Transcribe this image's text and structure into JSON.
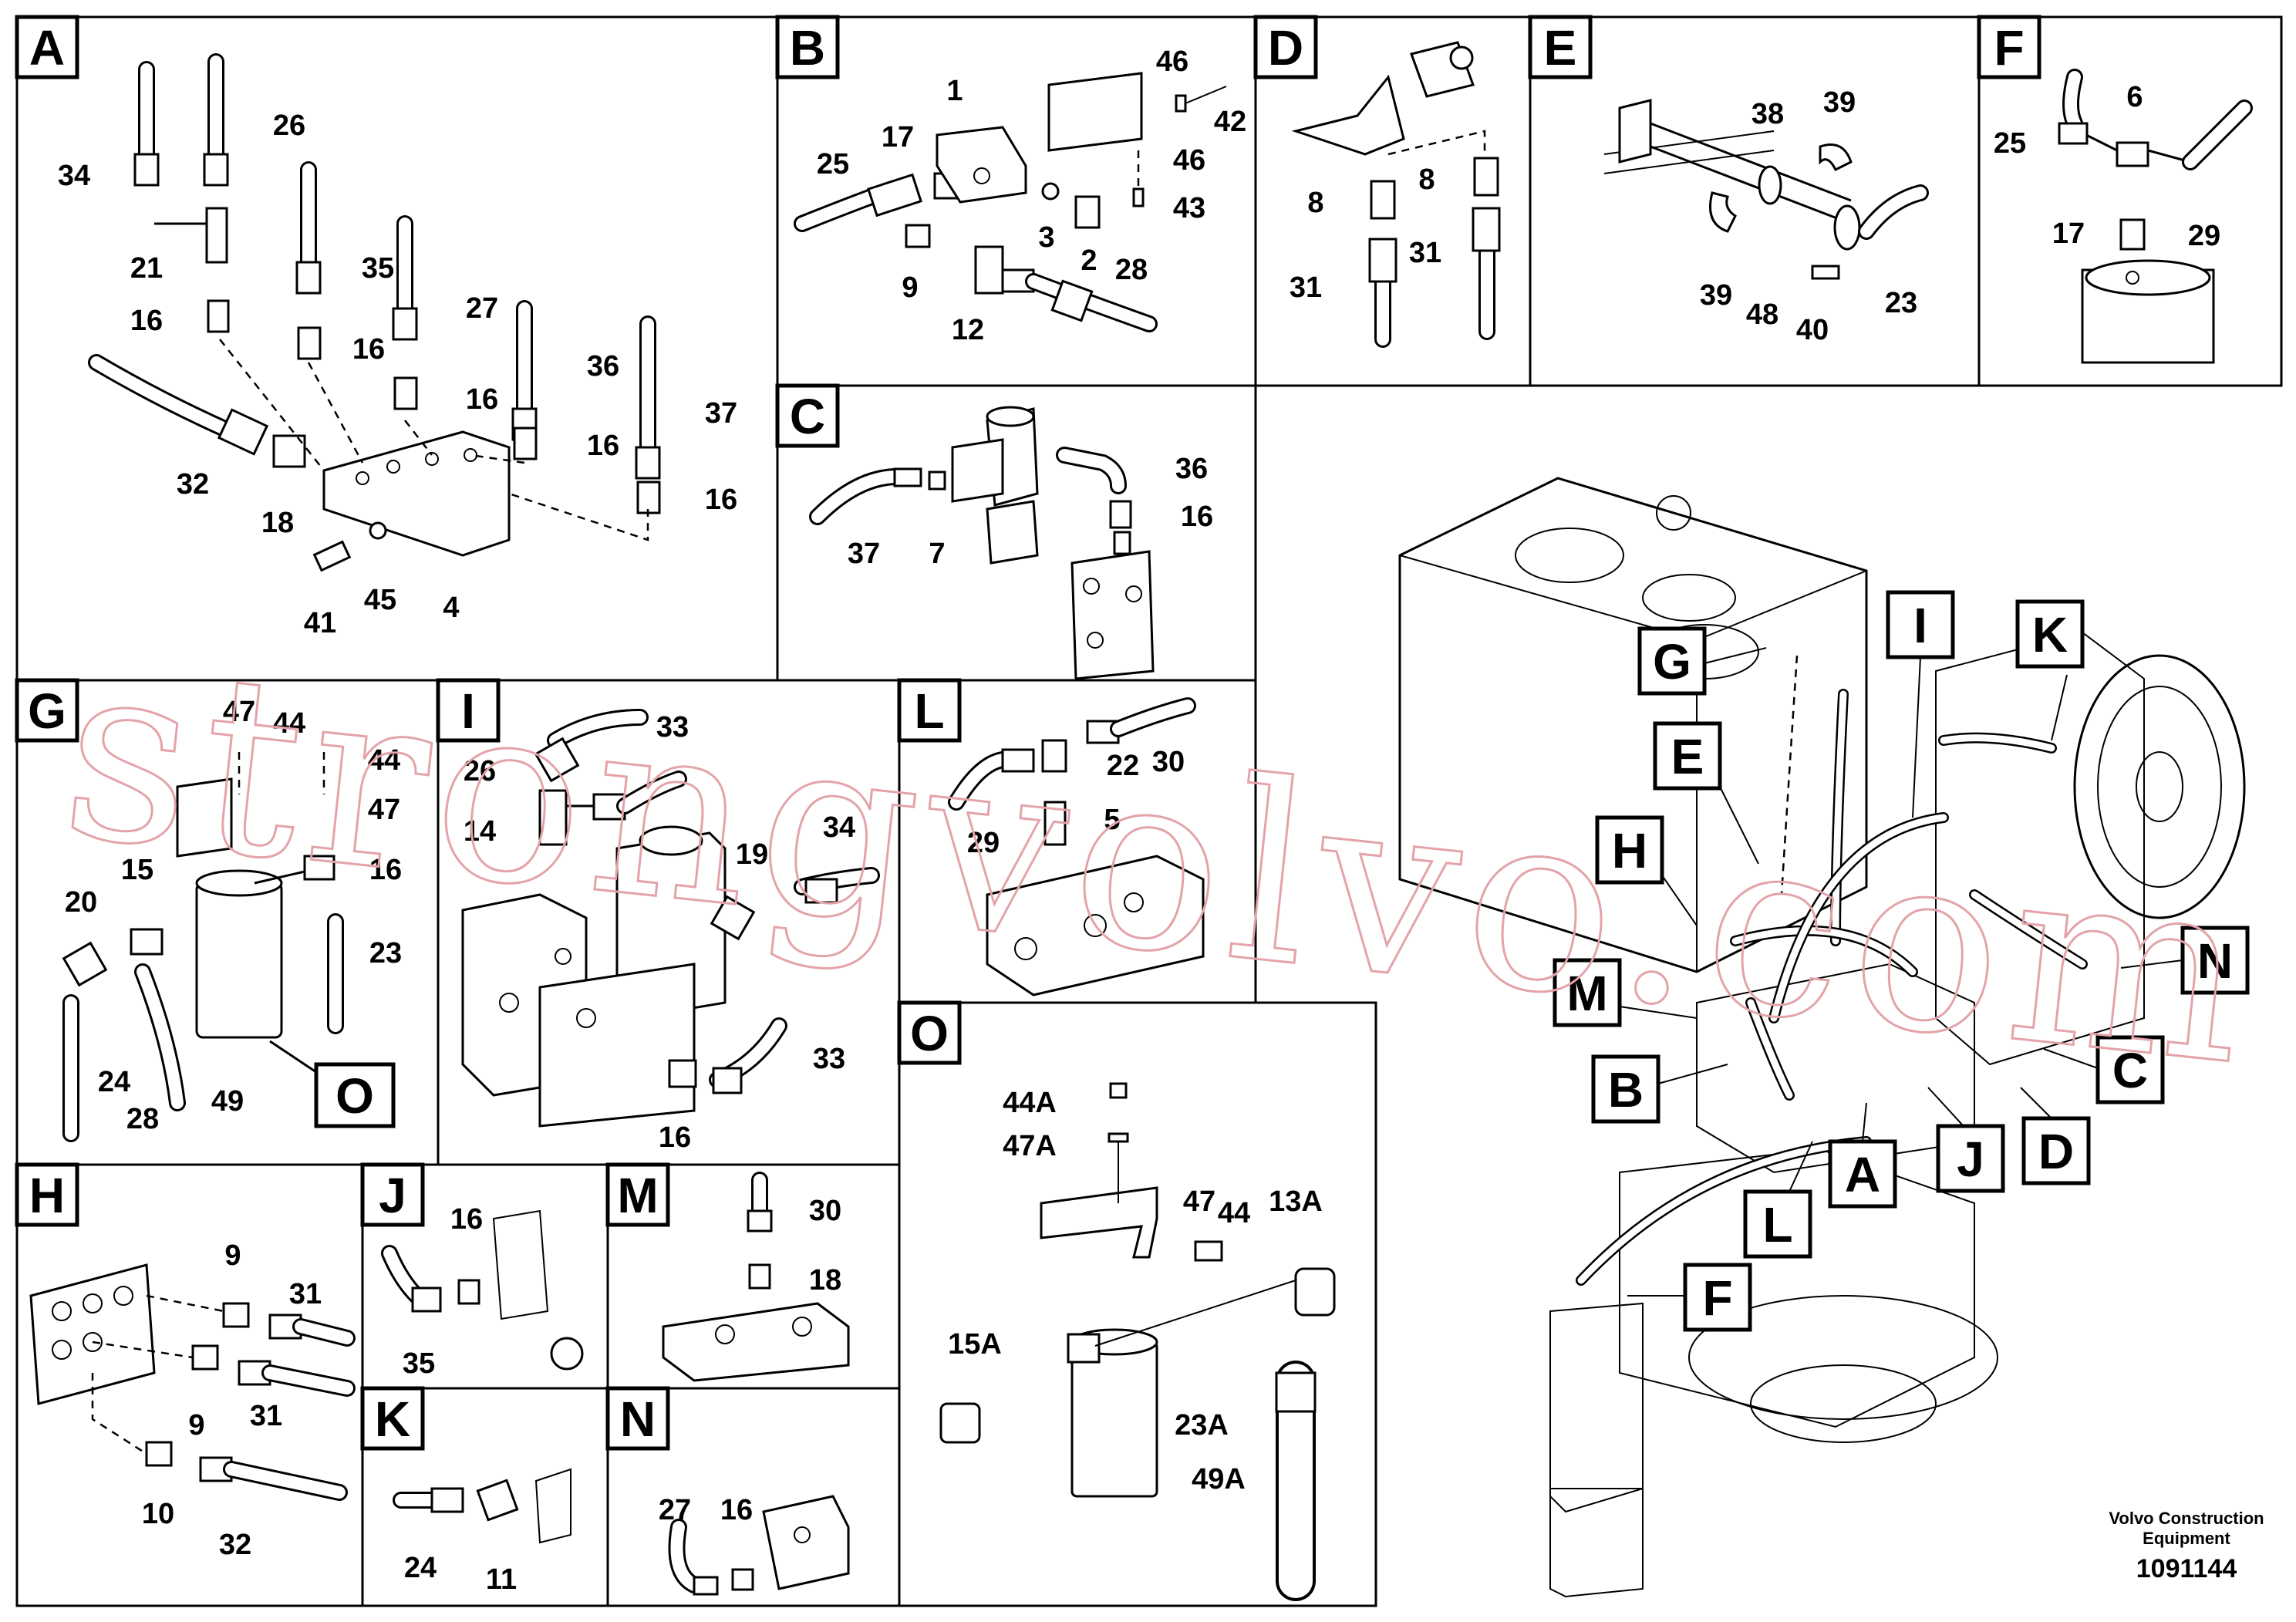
{
  "panels": {
    "A": {
      "title": "A",
      "labels": [
        "34",
        "26",
        "21",
        "16",
        "35",
        "27",
        "16",
        "16",
        "36",
        "16",
        "37",
        "16",
        "32",
        "18",
        "41",
        "45",
        "4"
      ]
    },
    "B": {
      "title": "B",
      "labels": [
        "46",
        "42",
        "1",
        "17",
        "25",
        "46",
        "43",
        "3",
        "2",
        "9",
        "12",
        "28"
      ]
    },
    "C": {
      "title": "C",
      "labels": [
        "36",
        "16",
        "37",
        "7"
      ]
    },
    "D": {
      "title": "D",
      "labels": [
        "8",
        "8",
        "31",
        "31"
      ]
    },
    "E": {
      "title": "E",
      "labels": [
        "38",
        "39",
        "39",
        "48",
        "40",
        "23"
      ]
    },
    "F": {
      "title": "F",
      "labels": [
        "6",
        "25",
        "17",
        "29"
      ]
    },
    "G": {
      "title": "G",
      "labels": [
        "47",
        "44",
        "44",
        "47",
        "20",
        "15",
        "16",
        "23",
        "24",
        "28",
        "49",
        "O"
      ]
    },
    "I": {
      "title": "I",
      "labels": [
        "33",
        "26",
        "14",
        "19",
        "34",
        "33",
        "16"
      ]
    },
    "L": {
      "title": "L",
      "labels": [
        "30",
        "22",
        "5",
        "29"
      ]
    },
    "O": {
      "title": "O",
      "labels": [
        "44A",
        "47A",
        "47",
        "44",
        "13A",
        "15A",
        "23A",
        "49A"
      ]
    },
    "H": {
      "title": "H",
      "labels": [
        "9",
        "31",
        "9",
        "31",
        "10",
        "32"
      ]
    },
    "J": {
      "title": "J",
      "labels": [
        "16",
        "35"
      ]
    },
    "M": {
      "title": "M",
      "labels": [
        "30",
        "18"
      ]
    },
    "K": {
      "title": "K",
      "labels": [
        "24",
        "11"
      ]
    },
    "N": {
      "title": "N",
      "labels": [
        "27",
        "16"
      ]
    }
  },
  "overview": {
    "callouts": [
      "G",
      "I",
      "K",
      "E",
      "H",
      "N",
      "M",
      "B",
      "C",
      "A",
      "J",
      "D",
      "L",
      "F"
    ]
  },
  "watermark": "strongvolvo.com",
  "footer": {
    "line1": "Volvo Construction",
    "line2": "Equipment",
    "code": "1091144"
  }
}
